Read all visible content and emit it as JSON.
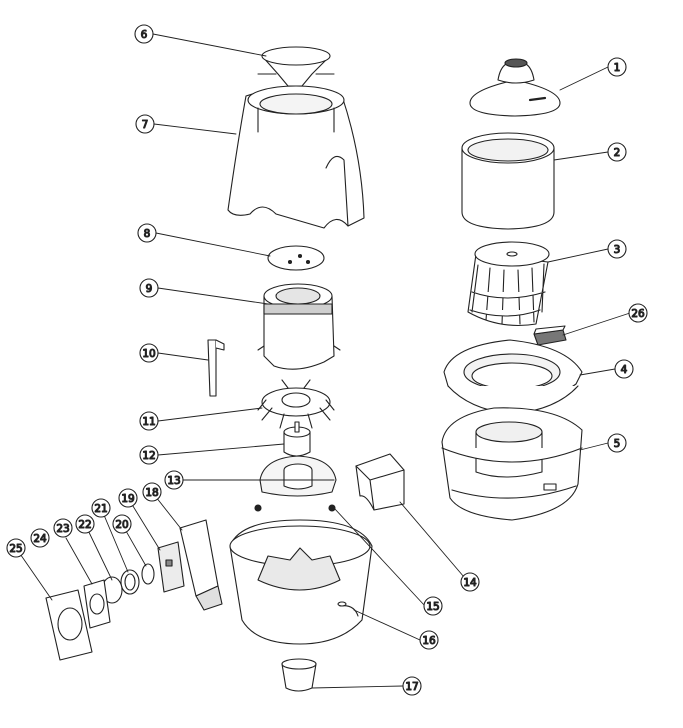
{
  "callouts": [
    "1",
    "2",
    "3",
    "4",
    "5",
    "6",
    "7",
    "8",
    "9",
    "10",
    "11",
    "12",
    "13",
    "14",
    "15",
    "16",
    "17",
    "18",
    "19",
    "20",
    "21",
    "22",
    "23",
    "24",
    "25",
    "26"
  ],
  "colors": {
    "line": "#222222",
    "fill": "#ffffff",
    "shade": "#d9d9d9",
    "dark": "#555555"
  }
}
